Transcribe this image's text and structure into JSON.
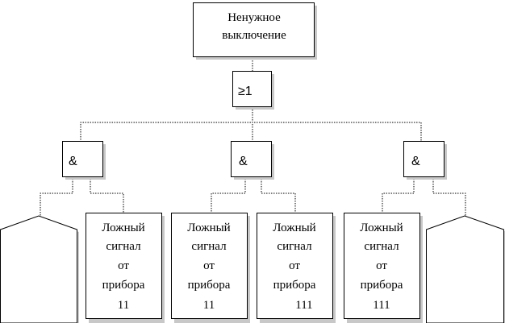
{
  "top_event": {
    "lines": [
      "Ненужное",
      "выключение"
    ]
  },
  "or_gate": {
    "label": "≥1"
  },
  "and_gates": [
    {
      "label": "&"
    },
    {
      "label": "&"
    },
    {
      "label": "&"
    }
  ],
  "basic_events": [
    {
      "lines": [
        "Ложный",
        "сигнал",
        "от",
        "прибора",
        "11"
      ]
    },
    {
      "lines": [
        "Ложный",
        "сигнал",
        "от",
        "прибора",
        "11"
      ]
    },
    {
      "lines": [
        "Ложный",
        "сигнал",
        "от",
        "прибора",
        "111"
      ]
    },
    {
      "lines": [
        "Ложный",
        "сигнал",
        "от",
        "прибора",
        "111"
      ]
    }
  ]
}
